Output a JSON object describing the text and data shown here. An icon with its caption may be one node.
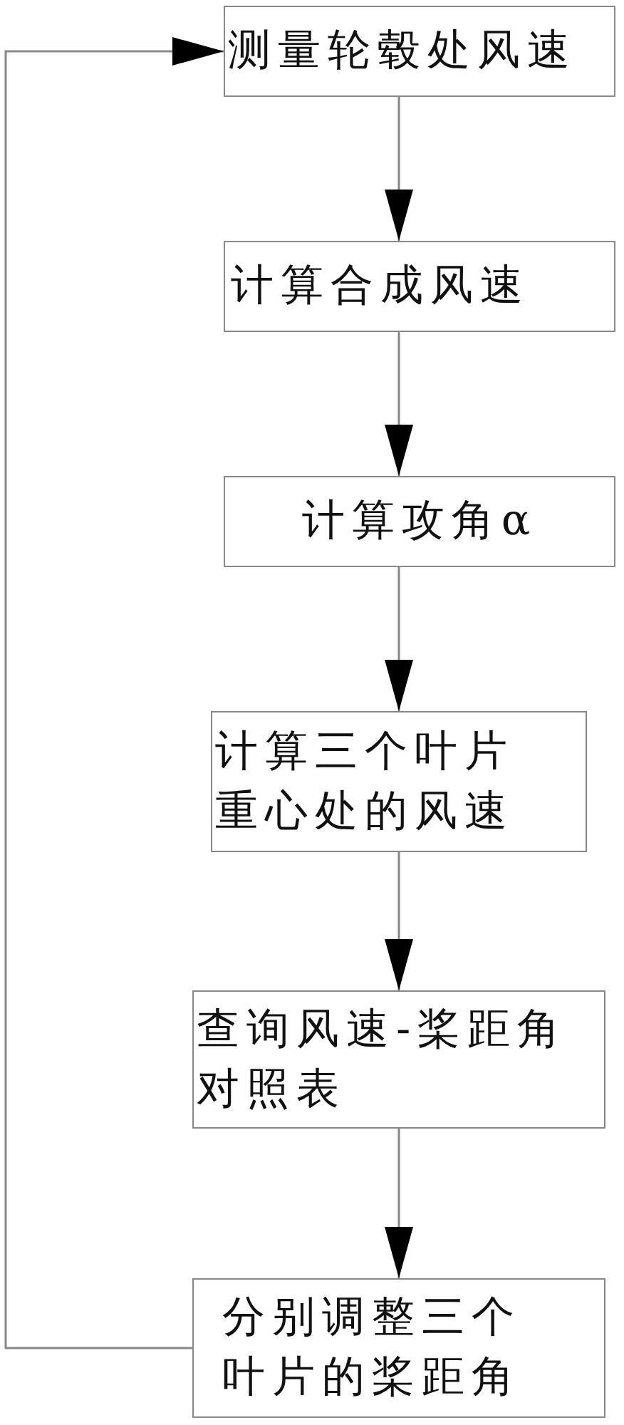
{
  "diagram": {
    "nodes": [
      {
        "text": [
          "测量轮毂处风速"
        ]
      },
      {
        "text": [
          "计算合成风速"
        ]
      },
      {
        "text": [
          "计算攻角α"
        ]
      },
      {
        "text": [
          "计算三个叶片重心处的风速"
        ]
      },
      {
        "text": [
          "查询风速-桨距角对照表"
        ]
      },
      {
        "text": [
          "分别调整三个叶片的桨距角"
        ]
      }
    ],
    "edges": [
      {
        "from": 0,
        "to": 1,
        "arrow": "to"
      },
      {
        "from": 1,
        "to": 2,
        "arrow": "to"
      },
      {
        "from": 2,
        "to": 3,
        "arrow": "to"
      },
      {
        "from": 3,
        "to": 4,
        "arrow": "to"
      },
      {
        "from": 4,
        "to": 5,
        "arrow": "to"
      },
      {
        "from": 5,
        "to": 0,
        "arrow": "to"
      }
    ]
  }
}
